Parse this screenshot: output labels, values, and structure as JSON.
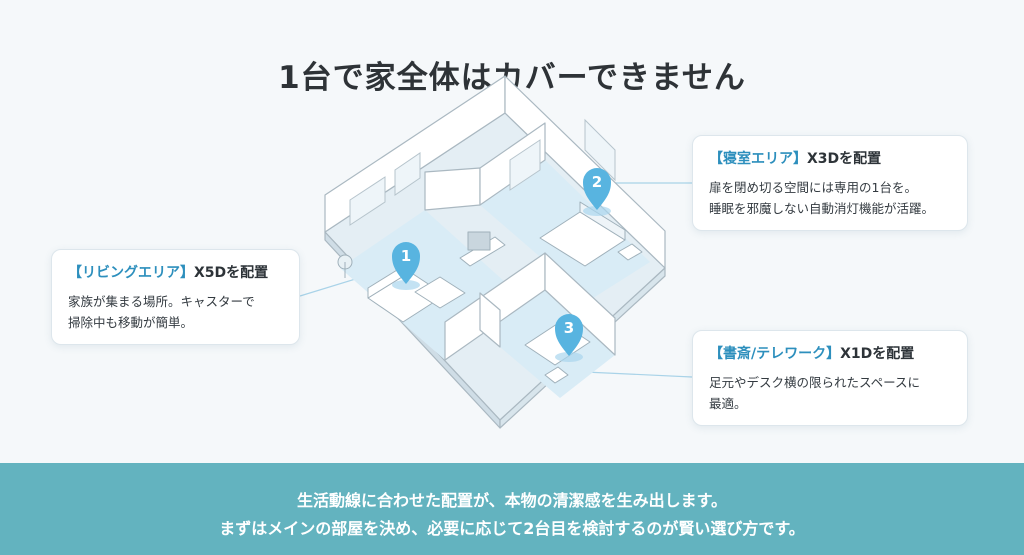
{
  "title": "1台で家全体はカバーできません",
  "cards": {
    "living": {
      "tag": "【リビングエリア】",
      "model": "X5Dを配置",
      "lines": [
        "家族が集まる場所。キャスターで",
        "掃除中も移動が簡単。"
      ]
    },
    "bedroom": {
      "tag": "【寝室エリア】",
      "model": "X3Dを配置",
      "lines": [
        "扉を閉め切る空間には専用の1台を。",
        "睡眠を邪魔しない自動消灯機能が活躍。"
      ]
    },
    "study": {
      "tag": "【書斎/テレワーク】",
      "model": "X1Dを配置",
      "lines": [
        "足元やデスク横の限られたスペースに",
        "最適。"
      ]
    }
  },
  "pins": [
    "1",
    "2",
    "3"
  ],
  "banner": {
    "line1": "生活動線に合わせた配置が、本物の清潔感を生み出します。",
    "line2": "まずはメインの部屋を決め、必要に応じて2台目を検討するのが賢い選び方です。"
  },
  "colors": {
    "accent": "#2d8fbd",
    "pin": "#58b4e0",
    "floor": "#dcedf6",
    "banner": "#63b3bf"
  }
}
